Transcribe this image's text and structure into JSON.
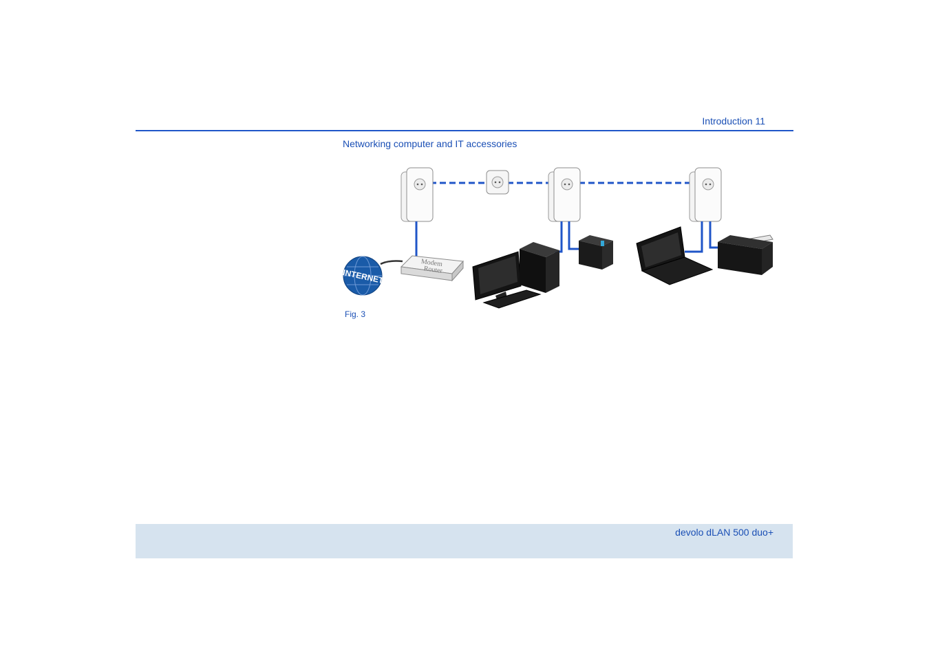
{
  "header": {
    "title": "Introduction 11"
  },
  "section": {
    "heading": "Networking computer and IT accessories"
  },
  "figure": {
    "caption": "Fig. 3",
    "internet_label": "INTERNET",
    "router_label_line1": "Modem",
    "router_label_line2": "Router",
    "colors": {
      "line_blue": "#1f55c8",
      "globe_blue": "#1a5ba8",
      "device_black": "#1b1b1b"
    }
  },
  "footer": {
    "product": "devolo dLAN 500 duo+"
  }
}
